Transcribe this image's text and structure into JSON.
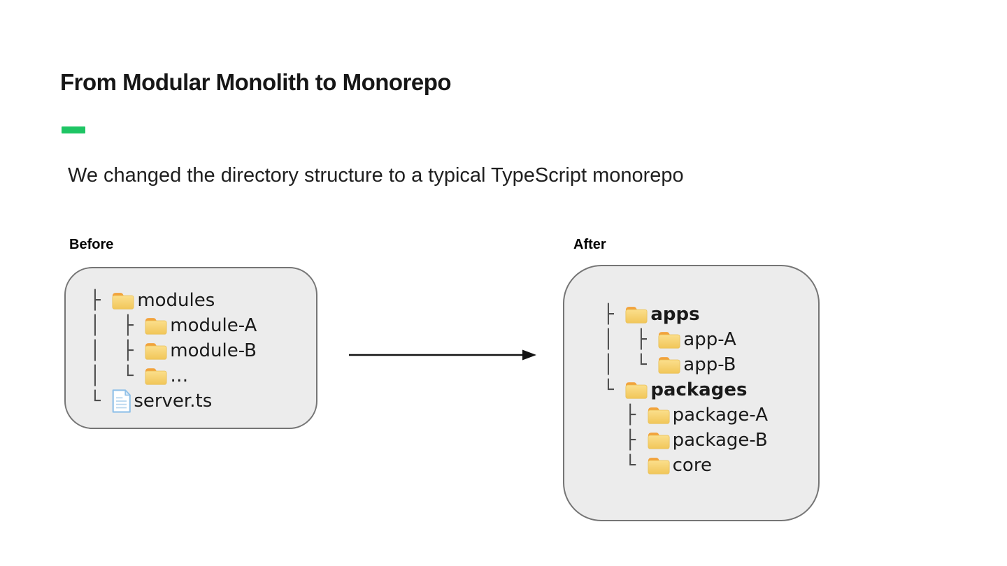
{
  "slide": {
    "title": "From Modular Monolith to Monorepo",
    "subtitle": "We changed the directory structure to a typical TypeScript monorepo",
    "accent_color": "#1EC564"
  },
  "diagram": {
    "before": {
      "label": "Before",
      "tree": [
        {
          "prefix": "├ ",
          "icon": "folder",
          "label": "modules",
          "bold": false
        },
        {
          "prefix": "│  ├ ",
          "icon": "folder",
          "label": "module-A",
          "bold": false
        },
        {
          "prefix": "│  ├ ",
          "icon": "folder",
          "label": "module-B",
          "bold": false
        },
        {
          "prefix": "│  └ ",
          "icon": "folder",
          "label": "…",
          "bold": false
        },
        {
          "prefix": "└ ",
          "icon": "file",
          "label": "server.ts",
          "bold": false
        }
      ]
    },
    "after": {
      "label": "After",
      "tree": [
        {
          "prefix": "├ ",
          "icon": "folder",
          "label": "apps",
          "bold": true
        },
        {
          "prefix": "│  ├ ",
          "icon": "folder",
          "label": "app-A",
          "bold": false
        },
        {
          "prefix": "│  └ ",
          "icon": "folder",
          "label": "app-B",
          "bold": false
        },
        {
          "prefix": "└ ",
          "icon": "folder",
          "label": "packages",
          "bold": true
        },
        {
          "prefix": "  ├ ",
          "icon": "folder",
          "label": "package-A",
          "bold": false
        },
        {
          "prefix": "  ├ ",
          "icon": "folder",
          "label": "package-B",
          "bold": false
        },
        {
          "prefix": "  └ ",
          "icon": "folder",
          "label": "core",
          "bold": false
        }
      ]
    }
  }
}
